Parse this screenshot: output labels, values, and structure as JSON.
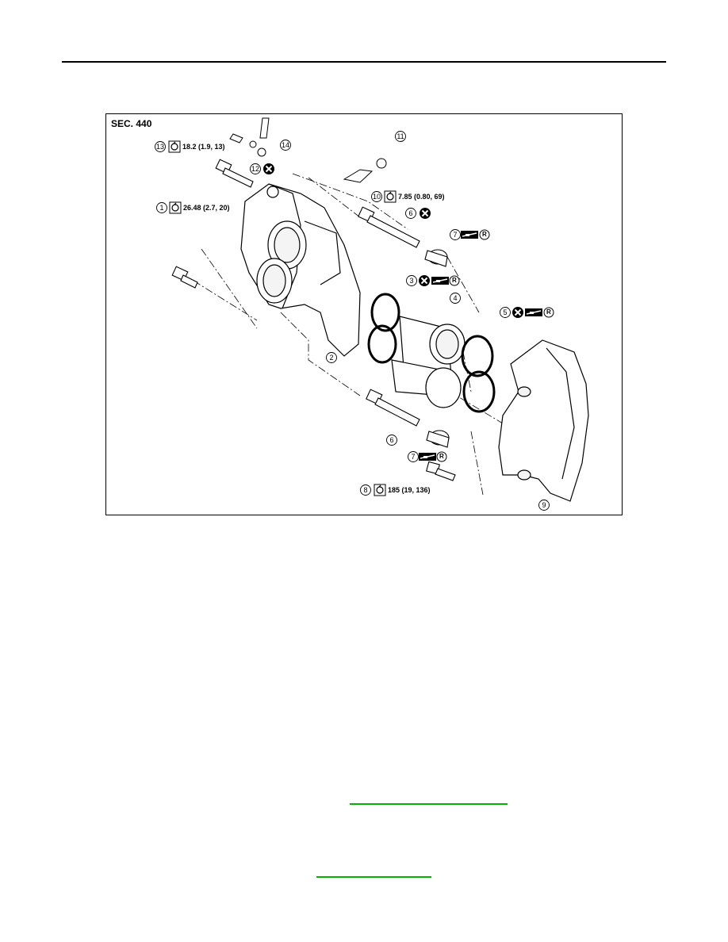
{
  "figure": {
    "section_label": "SEC. 440",
    "callouts": [
      {
        "num": "1",
        "torque": "26.48 (2.7, 20)"
      },
      {
        "num": "2"
      },
      {
        "num": "3"
      },
      {
        "num": "4"
      },
      {
        "num": "5"
      },
      {
        "num": "6"
      },
      {
        "num": "7"
      },
      {
        "num": "8",
        "torque": "185 (19, 136)"
      },
      {
        "num": "9"
      },
      {
        "num": "10",
        "torque": "7.85 (0.80, 69)"
      },
      {
        "num": "11"
      },
      {
        "num": "12"
      },
      {
        "num": "13",
        "torque": "18.2 (1.9, 13)"
      },
      {
        "num": "14"
      }
    ],
    "r_mark": "R"
  },
  "links": {
    "link1_color": "#00b400",
    "link2_color": "#00b400"
  }
}
